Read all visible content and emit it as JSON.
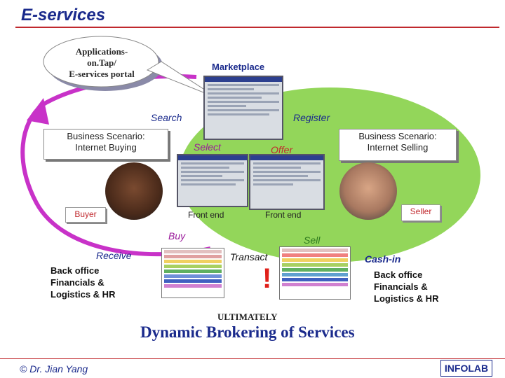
{
  "header": {
    "title": "E-services"
  },
  "bubble": {
    "line1": "Applications-",
    "line2": "on.Tap/",
    "line3": "E-services portal"
  },
  "labels": {
    "marketplace": "Marketplace",
    "search": "Search",
    "register": "Register",
    "select": "Select",
    "offer": "Offer",
    "front_end_left": "Front end",
    "front_end_right": "Front end",
    "buy": "Buy",
    "sell": "Sell",
    "receive": "Receive",
    "transact": "Transact",
    "cash_in": "Cash-in",
    "exclaim": "!"
  },
  "scenario_buying": {
    "line1": "Business Scenario:",
    "line2": "Internet Buying"
  },
  "scenario_selling": {
    "line1": "Business Scenario:",
    "line2": "Internet Selling"
  },
  "roles": {
    "buyer": "Buyer",
    "seller": "Seller"
  },
  "back_office_left": {
    "line1": "Back office",
    "line2": "Financials &",
    "line3": "Logistics & HR"
  },
  "back_office_right": {
    "line1": "Back office",
    "line2": "Financials &",
    "line3": "Logistics & HR"
  },
  "bottom": {
    "ultimately": "ULTIMATELY",
    "headline": "Dynamic Brokering of Services"
  },
  "footer": {
    "author": "© Dr. Jian Yang",
    "logo": "INFOLAB"
  },
  "colors": {
    "title": "#1a2a8c",
    "accent_red": "#c0282d",
    "buy_loop": "#c832c8",
    "sell_loop": "#8fd14f",
    "label_blue": "#1a2a8c",
    "label_magenta": "#9a1a9a",
    "label_green": "#2f7a1e"
  }
}
